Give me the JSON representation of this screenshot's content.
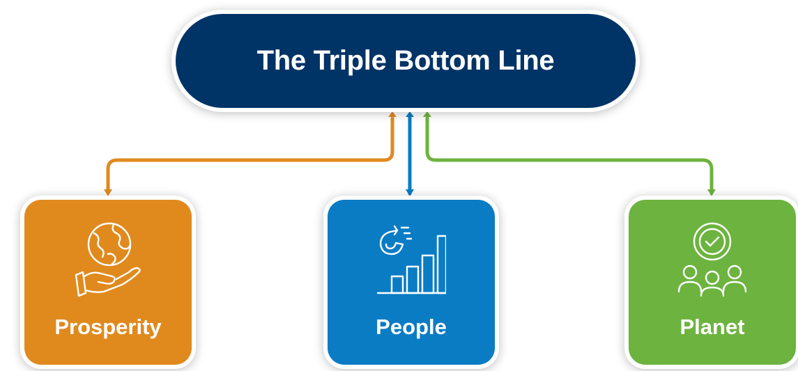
{
  "title": {
    "text": "The Triple Bottom Line",
    "color": "#003366"
  },
  "pillars": [
    {
      "label": "Prosperity",
      "color": "#e08a1e",
      "icon": "globe-in-hand-icon"
    },
    {
      "label": "People",
      "color": "#0a7cc4",
      "icon": "growth-bar-chart-icon"
    },
    {
      "label": "Planet",
      "color": "#6db33f",
      "icon": "community-check-icon"
    }
  ]
}
